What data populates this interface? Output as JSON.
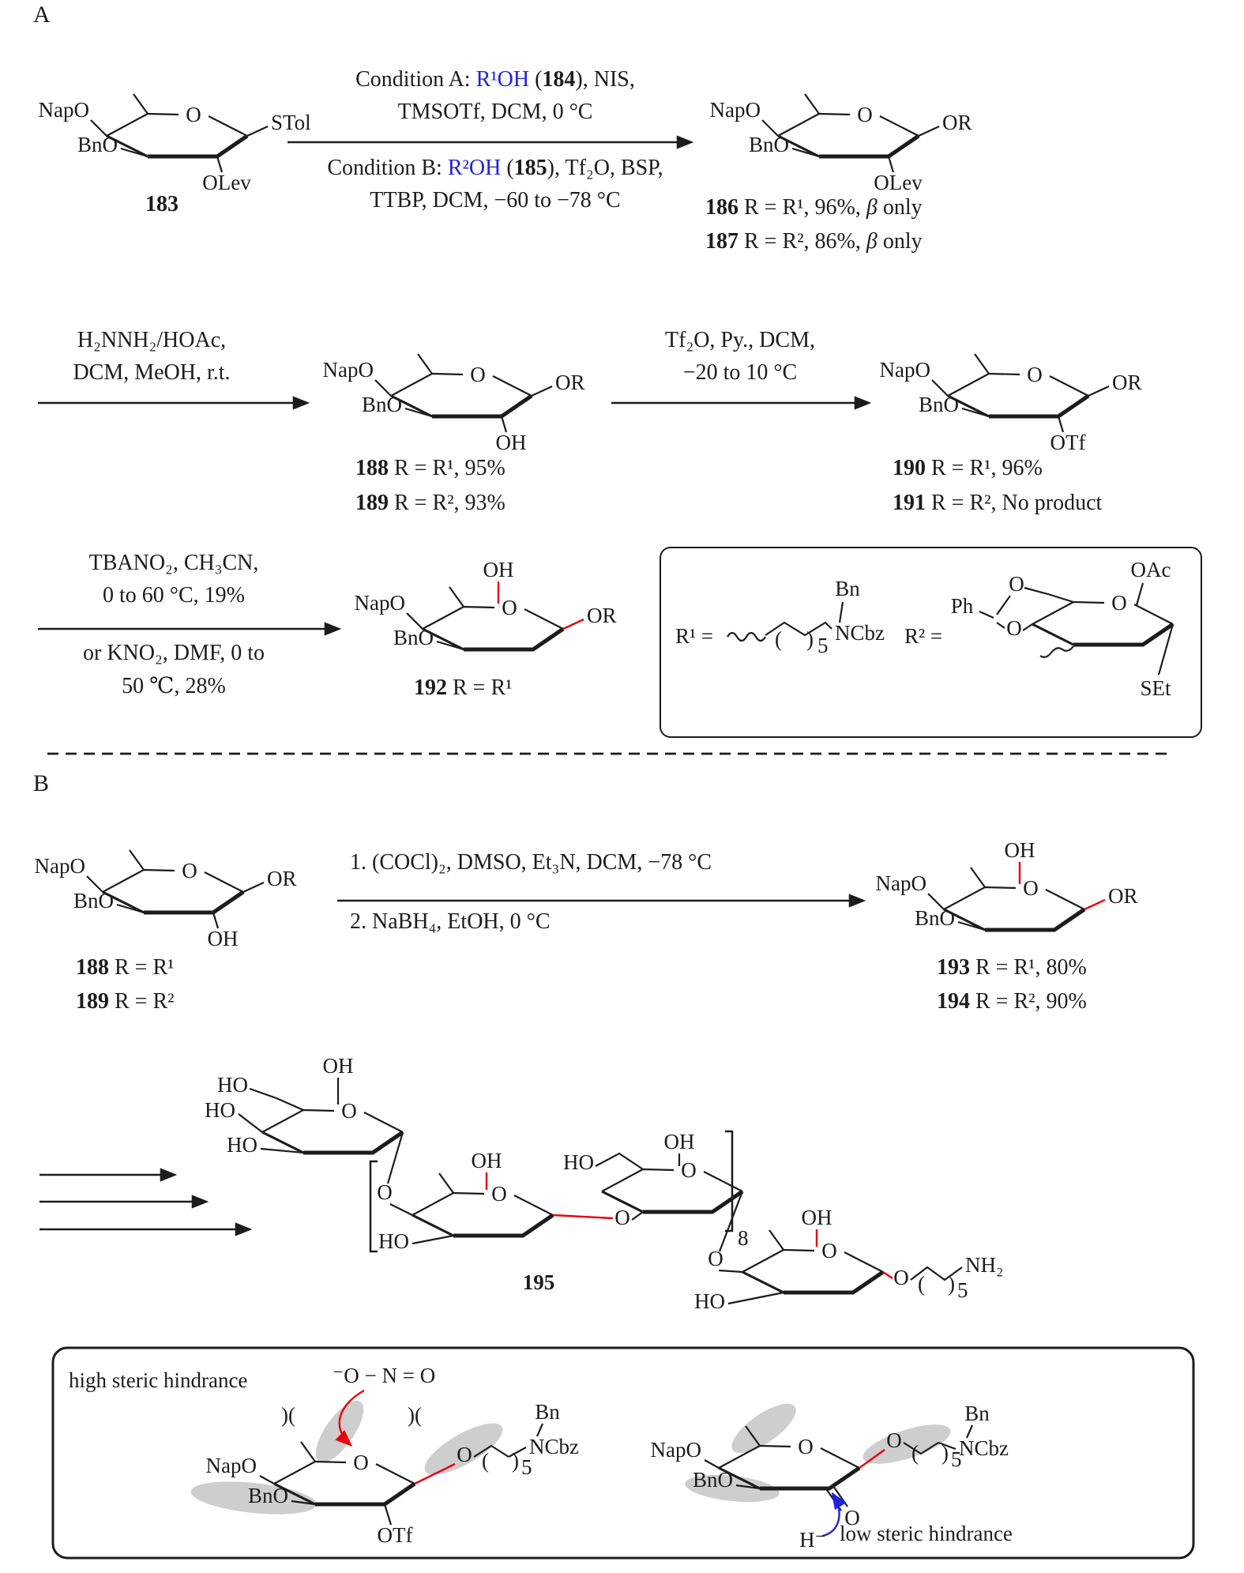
{
  "glyphs": {
    "ring_o": "O",
    "par_open": "(",
    "par_close": ")"
  },
  "panelA": {
    "label": "A",
    "s183": {
      "napo": "NapO",
      "bno": "BnO",
      "stol": "STol",
      "olev": "OLev",
      "num": "183"
    },
    "arrow1": {
      "above1": {
        "pre": "Condition A: ",
        "r": "R¹OH",
        "mid": " (",
        "num": "184",
        "post": "), NIS,"
      },
      "above2": "TMSOTf, DCM, 0 °C",
      "below1": {
        "pre": "Condition B: ",
        "r": "R²OH",
        "mid": " (",
        "num": "185",
        "post": "), Tf₂O, BSP,"
      },
      "below2": "TTBP, DCM, −60 to −78 °C"
    },
    "s186": {
      "napo": "NapO",
      "bno": "BnO",
      "or": "OR",
      "olev": "OLev"
    },
    "l186": {
      "num": "186",
      "mid": " R = R¹, 96%, ",
      "beta": "β",
      "end": " only"
    },
    "l187": {
      "num": "187",
      "mid": " R = R², 86%, ",
      "beta": "β",
      "end": " only"
    },
    "arrow2": {
      "above1": "H₂NNH₂/HOAc,",
      "above2": "DCM, MeOH, r.t."
    },
    "s188": {
      "napo": "NapO",
      "bno": "BnO",
      "or": "OR",
      "oh": "OH"
    },
    "l188": {
      "num": "188",
      "mid": " R = R¹, 95%"
    },
    "l189": {
      "num": "189",
      "mid": " R = R², 93%"
    },
    "arrow3": {
      "above1": "Tf₂O, Py., DCM,",
      "above2": "−20 to 10 °C"
    },
    "s190": {
      "napo": "NapO",
      "bno": "BnO",
      "or": "OR",
      "otf": "OTf"
    },
    "l190": {
      "num": "190",
      "mid": " R = R¹, 96%"
    },
    "l191": {
      "num": "191",
      "mid": " R = R², No product"
    },
    "arrow4": {
      "above1": "TBANO₂, CH₃CN,",
      "above2": "0 to 60 °C, 19%",
      "below1": "or KNO₂, DMF, 0 to",
      "below2": "50 ℃, 28%"
    },
    "s192": {
      "oh": "OH",
      "napo": "NapO",
      "bno": "BnO",
      "or": "OR"
    },
    "l192": {
      "num": "192",
      "mid": " R = R¹"
    },
    "rbox": {
      "r1_eq": "R¹ =",
      "r1_sub": "5",
      "r1_bn": "Bn",
      "r1_ncbz": "NCbz",
      "r2_eq": "R² =",
      "r2_ph": "Ph",
      "r2_o_top": "O",
      "r2_o_bot": "O",
      "r2_oac": "OAc",
      "r2_set": "SEt"
    }
  },
  "panelB": {
    "label": "B",
    "s188": {
      "napo": "NapO",
      "bno": "BnO",
      "or": "OR",
      "oh": "OH"
    },
    "l188": {
      "num": "188",
      "mid": " R = R¹"
    },
    "l189": {
      "num": "189",
      "mid": " R = R²"
    },
    "arrow": {
      "above": "1. (COCl)₂, DMSO, Et₃N, DCM, −78 °C",
      "below": "2. NaBH₄, EtOH, 0 °C"
    },
    "s193": {
      "oh": "OH",
      "napo": "NapO",
      "bno": "BnO",
      "or": "OR"
    },
    "l193": {
      "num": "193",
      "mid": " R = R¹, 80%"
    },
    "l194": {
      "num": "194",
      "mid": " R = R², 90%"
    },
    "s195": {
      "num": "195",
      "g1": {
        "ho_top": "HO",
        "oh": "OH",
        "ho_mid": "HO",
        "ho_bot": "HO"
      },
      "link1": "O",
      "g2": {
        "oh": "OH",
        "ho": "HO"
      },
      "link2": "O",
      "g3": {
        "ho": "HO",
        "oh": "OH"
      },
      "sub8": "8",
      "link3": "O",
      "g4": {
        "oh": "OH",
        "ho": "HO"
      },
      "link4": "O",
      "sub5": "5",
      "nh2": "NH₂"
    },
    "box": {
      "high": "high steric hindrance",
      "low": "low steric hindrance",
      "nitrite": "⁻O − N = O",
      "clash": ")(",
      "left": {
        "napo": "NapO",
        "bno": "BnO",
        "otf": "OTf",
        "o_link": "O",
        "bn": "Bn",
        "ncbz": "NCbz",
        "sub": "5"
      },
      "right": {
        "napo": "NapO",
        "bno": "BnO",
        "o_keto": "O",
        "h": "H⁻",
        "o_link": "O",
        "bn": "Bn",
        "ncbz": "NCbz",
        "sub": "5"
      }
    }
  }
}
